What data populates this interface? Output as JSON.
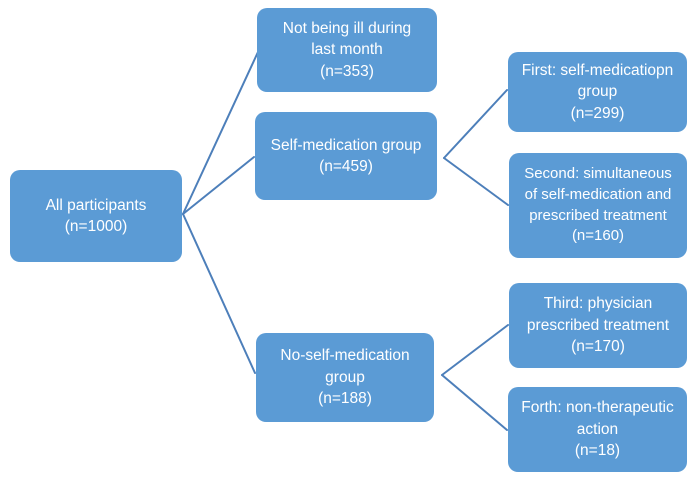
{
  "diagram": {
    "type": "flowchart",
    "background": "#ffffff",
    "colors": {
      "node_fill": "#5B9BD5",
      "node_text": "#FFFFFF",
      "connector": "#4D7FBA"
    },
    "nodes": {
      "all_participants": {
        "label": "All participants\n(n=1000)",
        "n": 1000
      },
      "not_ill": {
        "label": "Not being ill during\nlast month\n(n=353)",
        "n": 353
      },
      "self_medication": {
        "label": "Self-medication group\n(n=459)",
        "n": 459
      },
      "no_self_medication": {
        "label": "No-self-medication\ngroup\n(n=188)",
        "n": 188
      },
      "first_group": {
        "label": "First: self-medicatiopn\ngroup\n(n=299)",
        "n": 299
      },
      "second_group": {
        "label": "Second: simultaneous\nof self-medication and\nprescribed treatment\n(n=160)",
        "n": 160
      },
      "third_group": {
        "label": "Third: physician\nprescribed treatment\n(n=170)",
        "n": 170
      },
      "fourth_group": {
        "label": "Forth: non-therapeutic\naction\n(n=18)",
        "n": 18
      }
    },
    "edges": [
      {
        "from": "all_participants",
        "to": "not_ill"
      },
      {
        "from": "all_participants",
        "to": "self_medication"
      },
      {
        "from": "all_participants",
        "to": "no_self_medication"
      },
      {
        "from": "self_medication",
        "to": "first_group"
      },
      {
        "from": "self_medication",
        "to": "second_group"
      },
      {
        "from": "no_self_medication",
        "to": "third_group"
      },
      {
        "from": "no_self_medication",
        "to": "fourth_group"
      }
    ]
  }
}
